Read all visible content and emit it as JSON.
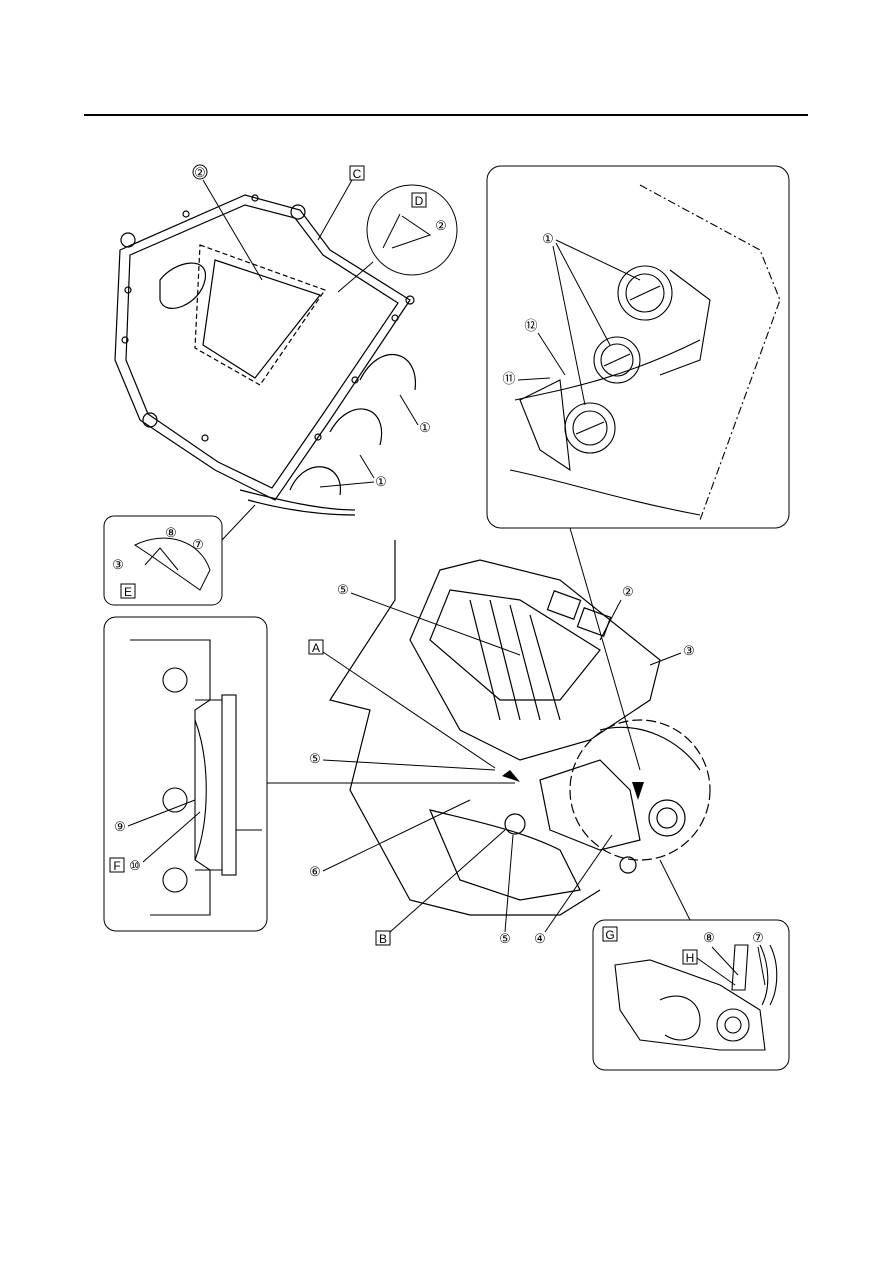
{
  "callouts": {
    "c1": "①",
    "c2": "②",
    "c3": "③",
    "c4": "④",
    "c5": "⑤",
    "c6": "⑥",
    "c7": "⑦",
    "c8": "⑧",
    "c9": "⑨",
    "c10": "⑩",
    "c11": "⑪",
    "c12": "⑫"
  },
  "letters": {
    "A": "A",
    "B": "B",
    "C": "C",
    "D": "D",
    "E": "E",
    "F": "F",
    "G": "G",
    "H": "H"
  },
  "colors": {
    "line": "#000000",
    "background": "#ffffff",
    "fill": "#f4f4f4"
  }
}
